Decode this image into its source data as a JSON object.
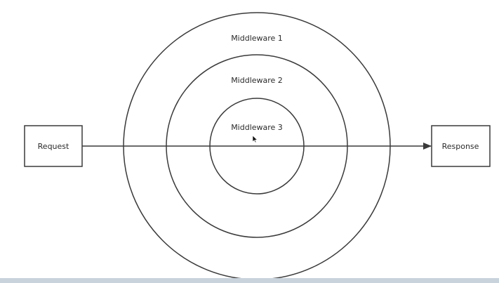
{
  "diagram": {
    "colors": {
      "stroke": "#3a3a3a",
      "text": "#2a2a2a",
      "background": "#ffffff",
      "bottom_strip": "#c9d3dc"
    },
    "request_label": "Request",
    "response_label": "Response",
    "layers": [
      {
        "label": "Middleware 1"
      },
      {
        "label": "Middleware 2"
      },
      {
        "label": "Middleware 3"
      }
    ],
    "cursor_icon": "mouse-pointer-icon"
  }
}
